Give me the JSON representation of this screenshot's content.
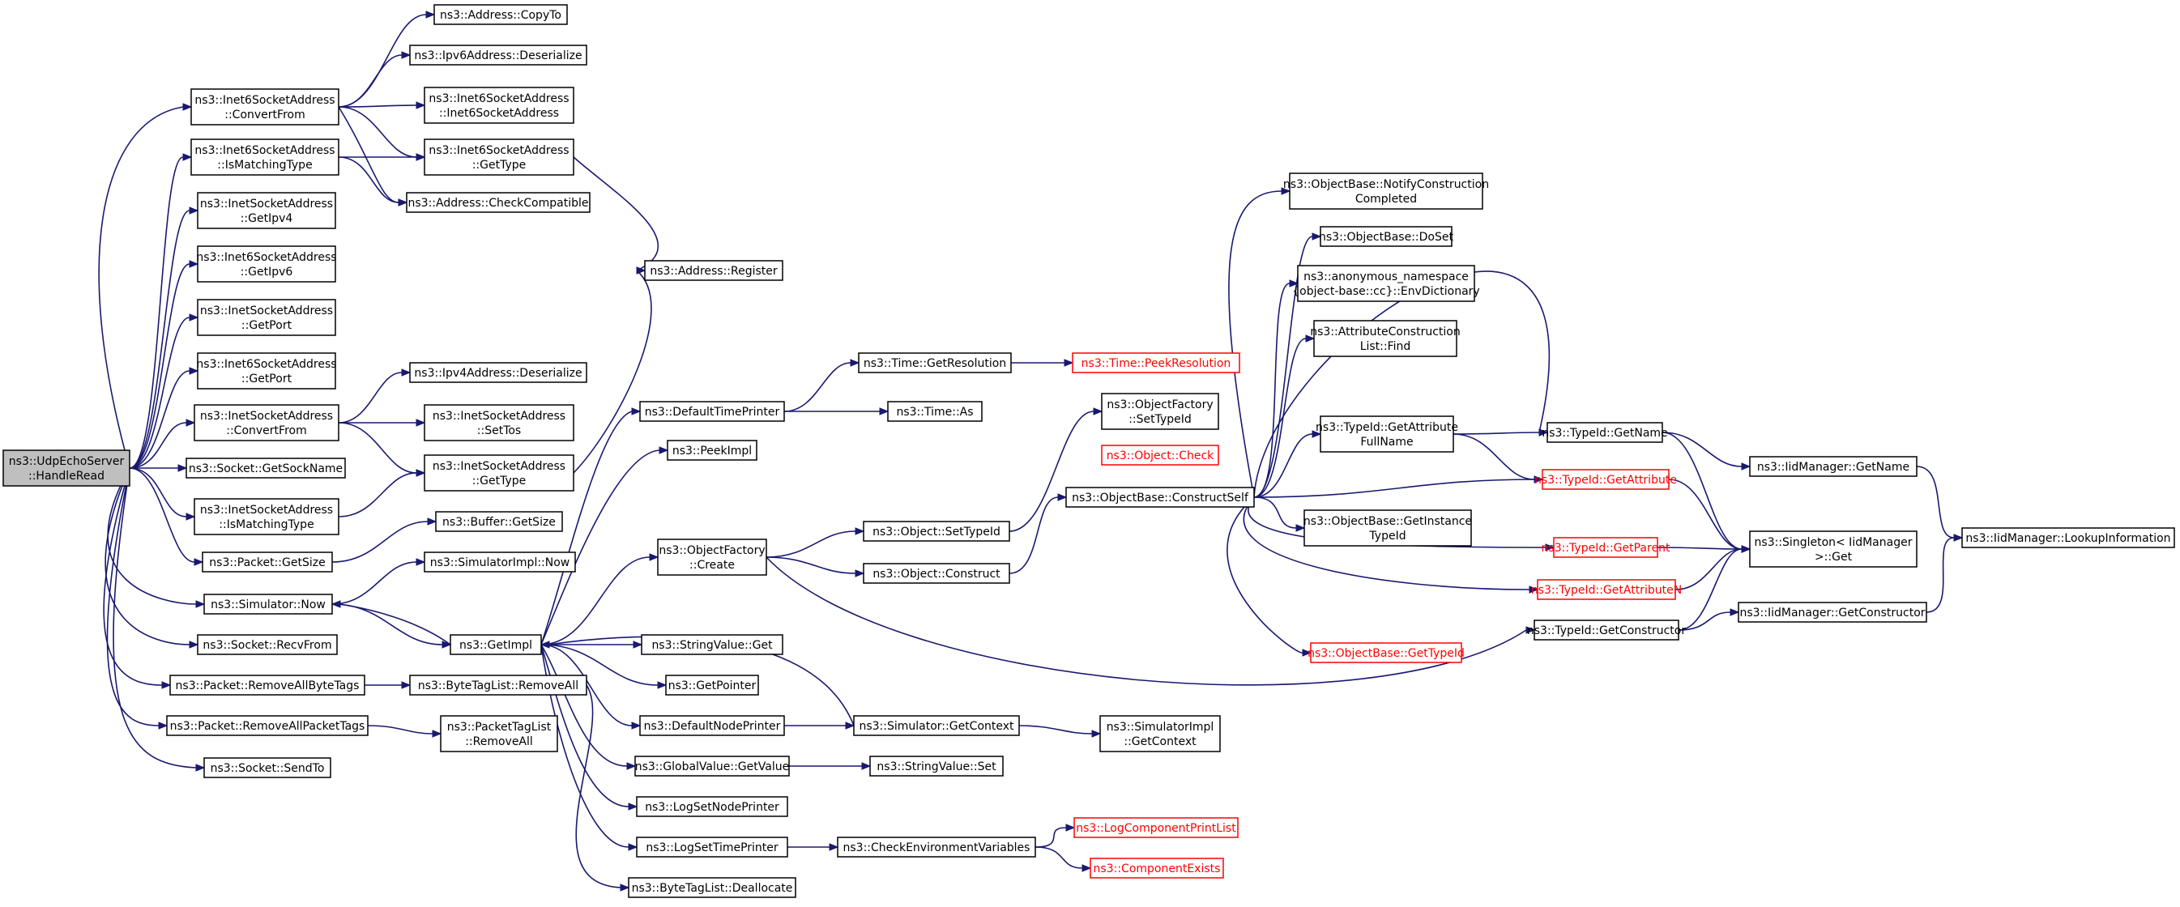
{
  "diagram": {
    "type": "call-graph",
    "root": "n0",
    "colors": {
      "edge": "#191970",
      "root_fill": "#bfbfbf",
      "truncated_border": "#ff0000"
    },
    "nodes": [
      {
        "id": "n0",
        "lines": [
          "ns3::UdpEchoServer",
          "::HandleRead"
        ],
        "root": true
      },
      {
        "id": "n1",
        "lines": [
          "ns3::Inet6SocketAddress",
          "::ConvertFrom"
        ]
      },
      {
        "id": "n2",
        "lines": [
          "ns3::Address::CopyTo"
        ]
      },
      {
        "id": "n3",
        "lines": [
          "ns3::Ipv6Address::Deserialize"
        ]
      },
      {
        "id": "n4",
        "lines": [
          "ns3::Inet6SocketAddress",
          "::Inet6SocketAddress"
        ]
      },
      {
        "id": "n5",
        "lines": [
          "ns3::Inet6SocketAddress",
          "::GetType"
        ]
      },
      {
        "id": "n6",
        "lines": [
          "ns3::Address::CheckCompatible"
        ]
      },
      {
        "id": "n7",
        "lines": [
          "ns3::Inet6SocketAddress",
          "::IsMatchingType"
        ]
      },
      {
        "id": "n8",
        "lines": [
          "ns3::InetSocketAddress",
          "::GetIpv4"
        ]
      },
      {
        "id": "n9",
        "lines": [
          "ns3::Inet6SocketAddress",
          "::GetIpv6"
        ]
      },
      {
        "id": "n10",
        "lines": [
          "ns3::InetSocketAddress",
          "::GetPort"
        ]
      },
      {
        "id": "n11",
        "lines": [
          "ns3::Inet6SocketAddress",
          "::GetPort"
        ]
      },
      {
        "id": "n12",
        "lines": [
          "ns3::InetSocketAddress",
          "::ConvertFrom"
        ]
      },
      {
        "id": "n13",
        "lines": [
          "ns3::Ipv4Address::Deserialize"
        ]
      },
      {
        "id": "n14",
        "lines": [
          "ns3::InetSocketAddress",
          "::SetTos"
        ]
      },
      {
        "id": "n15",
        "lines": [
          "ns3::InetSocketAddress",
          "::GetType"
        ]
      },
      {
        "id": "n16",
        "lines": [
          "ns3::Socket::GetSockName"
        ]
      },
      {
        "id": "n17",
        "lines": [
          "ns3::InetSocketAddress",
          "::IsMatchingType"
        ]
      },
      {
        "id": "n18",
        "lines": [
          "ns3::Packet::GetSize"
        ]
      },
      {
        "id": "n19",
        "lines": [
          "ns3::Buffer::GetSize"
        ]
      },
      {
        "id": "n20",
        "lines": [
          "ns3::Simulator::Now"
        ]
      },
      {
        "id": "n21",
        "lines": [
          "ns3::SimulatorImpl::Now"
        ]
      },
      {
        "id": "n22",
        "lines": [
          "ns3::Socket::RecvFrom"
        ]
      },
      {
        "id": "n23",
        "lines": [
          "ns3::Packet::RemoveAllByteTags"
        ]
      },
      {
        "id": "n24",
        "lines": [
          "ns3::ByteTagList::RemoveAll"
        ]
      },
      {
        "id": "n25",
        "lines": [
          "ns3::Packet::RemoveAllPacketTags"
        ]
      },
      {
        "id": "n26",
        "lines": [
          "ns3::PacketTagList",
          "::RemoveAll"
        ]
      },
      {
        "id": "n27",
        "lines": [
          "ns3::Socket::SendTo"
        ]
      },
      {
        "id": "n28",
        "lines": [
          "ns3::Address::Register"
        ]
      },
      {
        "id": "n29",
        "lines": [
          "ns3::GetImpl"
        ]
      },
      {
        "id": "n30",
        "lines": [
          "ns3::DefaultTimePrinter"
        ]
      },
      {
        "id": "n31",
        "lines": [
          "ns3::PeekImpl"
        ]
      },
      {
        "id": "n32",
        "lines": [
          "ns3::ObjectFactory",
          "::Create"
        ]
      },
      {
        "id": "n33",
        "lines": [
          "ns3::StringValue::Get"
        ]
      },
      {
        "id": "n34",
        "lines": [
          "ns3::GetPointer"
        ]
      },
      {
        "id": "n35",
        "lines": [
          "ns3::DefaultNodePrinter"
        ]
      },
      {
        "id": "n36",
        "lines": [
          "ns3::GlobalValue::GetValue"
        ]
      },
      {
        "id": "n37",
        "lines": [
          "ns3::LogSetNodePrinter"
        ]
      },
      {
        "id": "n38",
        "lines": [
          "ns3::LogSetTimePrinter"
        ]
      },
      {
        "id": "n39",
        "lines": [
          "ns3::ByteTagList::Deallocate"
        ]
      },
      {
        "id": "n40",
        "lines": [
          "ns3::Time::GetResolution"
        ]
      },
      {
        "id": "n41",
        "lines": [
          "ns3::Time::PeekResolution"
        ],
        "truncated": true
      },
      {
        "id": "n42",
        "lines": [
          "ns3::Time::As"
        ]
      },
      {
        "id": "n43",
        "lines": [
          "ns3::ObjectFactory",
          "::SetTypeId"
        ]
      },
      {
        "id": "n44",
        "lines": [
          "ns3::Object::SetTypeId"
        ]
      },
      {
        "id": "n45",
        "lines": [
          "ns3::Object::Construct"
        ]
      },
      {
        "id": "n46",
        "lines": [
          "ns3::Simulator::GetContext"
        ]
      },
      {
        "id": "n47",
        "lines": [
          "ns3::SimulatorImpl",
          "::GetContext"
        ]
      },
      {
        "id": "n48",
        "lines": [
          "ns3::StringValue::Set"
        ]
      },
      {
        "id": "n49",
        "lines": [
          "ns3::CheckEnvironmentVariables"
        ]
      },
      {
        "id": "n50",
        "lines": [
          "ns3::LogComponentPrintList"
        ],
        "truncated": true
      },
      {
        "id": "n51",
        "lines": [
          "ns3::ComponentExists"
        ],
        "truncated": true
      },
      {
        "id": "n52",
        "lines": [
          "ns3::Object::Check"
        ],
        "truncated": true
      },
      {
        "id": "n53",
        "lines": [
          "ns3::ObjectBase::ConstructSelf"
        ]
      },
      {
        "id": "n54",
        "lines": [
          "ns3::ObjectBase::NotifyConstruction",
          "Completed"
        ]
      },
      {
        "id": "n55",
        "lines": [
          "ns3::ObjectBase::DoSet"
        ]
      },
      {
        "id": "n56",
        "lines": [
          "ns3::anonymous_namespace",
          "{object-base::cc}::EnvDictionary"
        ]
      },
      {
        "id": "n57",
        "lines": [
          "ns3::AttributeConstruction",
          "List::Find"
        ]
      },
      {
        "id": "n58",
        "lines": [
          "ns3::TypeId::GetAttribute",
          "FullName"
        ]
      },
      {
        "id": "n59",
        "lines": [
          "ns3::ObjectBase::GetInstance",
          "TypeId"
        ]
      },
      {
        "id": "n60",
        "lines": [
          "ns3::ObjectBase::GetTypeId"
        ],
        "truncated": true
      },
      {
        "id": "n61",
        "lines": [
          "ns3::TypeId::GetName"
        ]
      },
      {
        "id": "n62",
        "lines": [
          "ns3::TypeId::GetAttribute"
        ],
        "truncated": true
      },
      {
        "id": "n63",
        "lines": [
          "ns3::TypeId::GetParent"
        ],
        "truncated": true
      },
      {
        "id": "n64",
        "lines": [
          "ns3::TypeId::GetAttributeN"
        ],
        "truncated": true
      },
      {
        "id": "n65",
        "lines": [
          "ns3::TypeId::GetConstructor"
        ]
      },
      {
        "id": "n66",
        "lines": [
          "ns3::IidManager::GetName"
        ]
      },
      {
        "id": "n67",
        "lines": [
          "ns3::Singleton< IidManager",
          " >::Get"
        ]
      },
      {
        "id": "n68",
        "lines": [
          "ns3::IidManager::GetConstructor"
        ]
      },
      {
        "id": "n69",
        "lines": [
          "ns3::IidManager::LookupInformation"
        ]
      }
    ],
    "edges": [
      [
        "n0",
        "n1"
      ],
      [
        "n0",
        "n7"
      ],
      [
        "n0",
        "n8"
      ],
      [
        "n0",
        "n9"
      ],
      [
        "n0",
        "n10"
      ],
      [
        "n0",
        "n11"
      ],
      [
        "n0",
        "n12"
      ],
      [
        "n0",
        "n16"
      ],
      [
        "n0",
        "n17"
      ],
      [
        "n0",
        "n18"
      ],
      [
        "n0",
        "n20"
      ],
      [
        "n0",
        "n22"
      ],
      [
        "n0",
        "n23"
      ],
      [
        "n0",
        "n25"
      ],
      [
        "n0",
        "n27"
      ],
      [
        "n1",
        "n2"
      ],
      [
        "n1",
        "n3"
      ],
      [
        "n1",
        "n4"
      ],
      [
        "n1",
        "n5"
      ],
      [
        "n1",
        "n6"
      ],
      [
        "n7",
        "n5"
      ],
      [
        "n7",
        "n6"
      ],
      [
        "n5",
        "n28"
      ],
      [
        "n12",
        "n13"
      ],
      [
        "n12",
        "n14"
      ],
      [
        "n12",
        "n15"
      ],
      [
        "n17",
        "n15"
      ],
      [
        "n15",
        "n28"
      ],
      [
        "n18",
        "n19"
      ],
      [
        "n20",
        "n21"
      ],
      [
        "n20",
        "n29"
      ],
      [
        "n23",
        "n24"
      ],
      [
        "n24",
        "n39"
      ],
      [
        "n25",
        "n26"
      ],
      [
        "n29",
        "n30"
      ],
      [
        "n29",
        "n31"
      ],
      [
        "n29",
        "n32"
      ],
      [
        "n29",
        "n33"
      ],
      [
        "n29",
        "n34"
      ],
      [
        "n29",
        "n35"
      ],
      [
        "n29",
        "n36"
      ],
      [
        "n29",
        "n37"
      ],
      [
        "n29",
        "n38"
      ],
      [
        "n29",
        "n20"
      ],
      [
        "n30",
        "n40"
      ],
      [
        "n30",
        "n42"
      ],
      [
        "n40",
        "n41"
      ],
      [
        "n32",
        "n44"
      ],
      [
        "n32",
        "n45"
      ],
      [
        "n32",
        "n65"
      ],
      [
        "n35",
        "n46"
      ],
      [
        "n46",
        "n47"
      ],
      [
        "n46",
        "n29"
      ],
      [
        "n36",
        "n48"
      ],
      [
        "n38",
        "n49"
      ],
      [
        "n49",
        "n50"
      ],
      [
        "n49",
        "n51"
      ],
      [
        "n44",
        "n43"
      ],
      [
        "n45",
        "n53"
      ],
      [
        "n53",
        "n54"
      ],
      [
        "n53",
        "n55"
      ],
      [
        "n53",
        "n56"
      ],
      [
        "n53",
        "n57"
      ],
      [
        "n53",
        "n58"
      ],
      [
        "n53",
        "n59"
      ],
      [
        "n53",
        "n60"
      ],
      [
        "n53",
        "n61"
      ],
      [
        "n53",
        "n62"
      ],
      [
        "n53",
        "n63"
      ],
      [
        "n53",
        "n64"
      ],
      [
        "n58",
        "n61"
      ],
      [
        "n58",
        "n62"
      ],
      [
        "n61",
        "n66"
      ],
      [
        "n61",
        "n67"
      ],
      [
        "n62",
        "n67"
      ],
      [
        "n63",
        "n67"
      ],
      [
        "n64",
        "n67"
      ],
      [
        "n65",
        "n67"
      ],
      [
        "n65",
        "n68"
      ],
      [
        "n66",
        "n69"
      ],
      [
        "n68",
        "n69"
      ]
    ]
  }
}
